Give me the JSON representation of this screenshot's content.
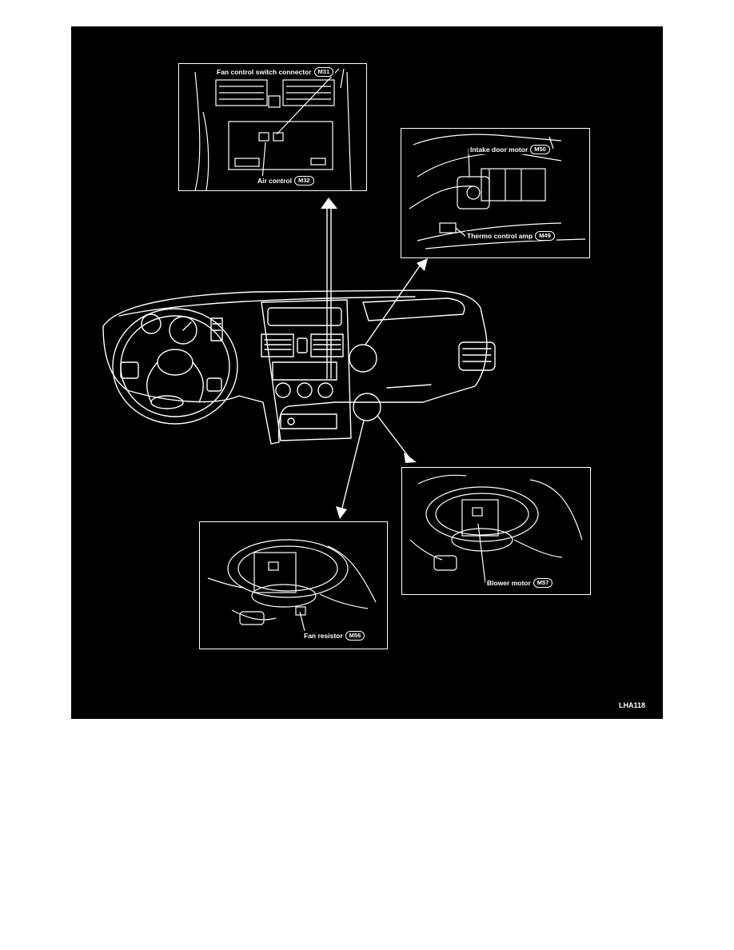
{
  "figure": {
    "id": "LHA118",
    "background": "#000000",
    "line_color": "#ffffff"
  },
  "callouts": {
    "fan_control_switch": {
      "label": "Fan control switch connector",
      "code": "M31"
    },
    "air_control": {
      "label": "Air control",
      "code": "M32"
    },
    "intake_door_motor": {
      "label": "Intake door motor",
      "code": "M50"
    },
    "thermo_control_amp": {
      "label": "Thermo control amp",
      "code": "M49"
    },
    "blower_motor": {
      "label": "Blower motor",
      "code": "M57"
    },
    "fan_resistor": {
      "label": "Fan resistor",
      "code": "M56"
    }
  }
}
